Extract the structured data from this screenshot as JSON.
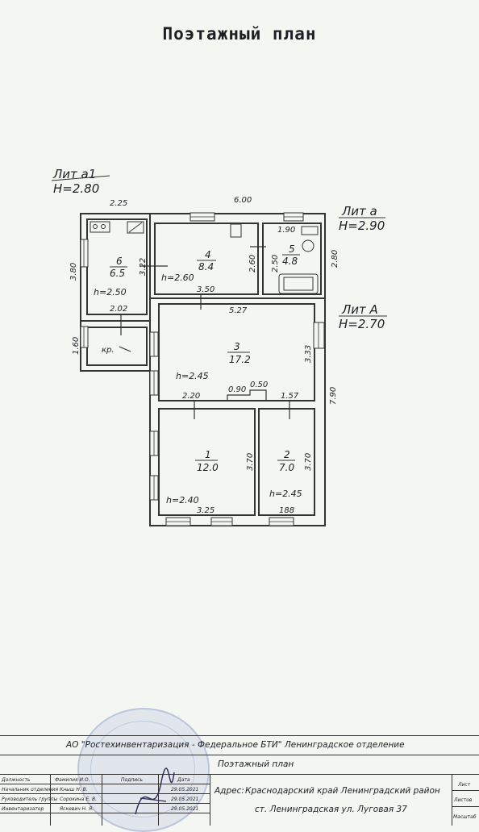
{
  "page": {
    "title": "Поэтажный план"
  },
  "litera": {
    "a1_name": "Лит а1",
    "a1_height": "H=2.80",
    "a_name": "Лит а",
    "a_height": "H=2.90",
    "A_name": "Лит А",
    "A_height": "H=2.70"
  },
  "rooms": {
    "r6": {
      "num": "6",
      "area": "6.5",
      "h": "h=2.50"
    },
    "r4": {
      "num": "4",
      "area": "8.4",
      "h": "h=2.60"
    },
    "r5": {
      "num": "5",
      "area": "4.8"
    },
    "r3": {
      "num": "3",
      "area": "17.2",
      "h": "h=2.45"
    },
    "r1": {
      "num": "1",
      "area": "12.0",
      "h": "h=2.40"
    },
    "r2": {
      "num": "2",
      "area": "7.0",
      "h": "h=2.45"
    },
    "kr": "кр."
  },
  "dims": {
    "d225": "2.25",
    "d600": "6.00",
    "d190": "1.90",
    "d380": "3.80",
    "d322": "3.22",
    "d260": "2.60",
    "d250": "2.50",
    "d280": "2.80",
    "d202": "2.02",
    "d350": "3.50",
    "d527": "5.27",
    "d160": "1.60",
    "d333": "3.33",
    "d790": "7.90",
    "d090": "0.90",
    "d050": "0.50",
    "d220": "2.20",
    "d157": "1.57",
    "d370a": "3.70",
    "d370b": "3.70",
    "d325": "3.25",
    "d188": "188"
  },
  "footer": {
    "org": "АО \"Ростехинвентаризация - Федеральное БТИ\" Ленинградское отделение",
    "doc_title": "Поэтажный план",
    "address_label": "Адрес:",
    "address_line1": "Краснодарский край Ленинградский район",
    "address_line2": "ст. Ленинградская ул. Луговая 37",
    "col_position": "Должность",
    "col_name": "Фамилия И.О.",
    "col_sign": "Подпись",
    "col_date": "Дата",
    "row1_pos": "Начальник отделения",
    "row1_name": "Кныш Н. В.",
    "row1_date": "29.05.2021",
    "row2_pos": "Руководитель группы",
    "row2_name": "Сорокина Е. В.",
    "row2_date": "29.05.2021",
    "row3_pos": "Инвентаризатор",
    "row3_name": "Яскевич Н. Я.",
    "row3_date": "29.05.2021",
    "sheet": "Лист",
    "sheets": "Листов",
    "scale": "Масштаб"
  }
}
